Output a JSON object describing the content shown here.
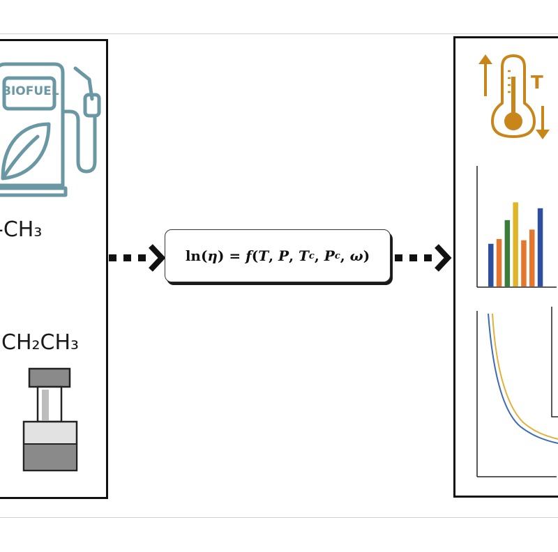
{
  "left_panel": {
    "pump_label": "BIOFUEL",
    "formula_1": "-CH₃",
    "formula_2": "CH₂CH₃"
  },
  "formula_box": {
    "text_prefix": "ln(",
    "eta": "η",
    "mid": ") = ",
    "f": "f",
    "open": "(",
    "T": "T",
    "P": "P",
    "Tc_base": "T",
    "Pc_base": "P",
    "sub_c": "c",
    "omega": "ω",
    "close": ")",
    "comma": ", "
  },
  "right_panel": {
    "temperature_label": "T",
    "bar_chart": {
      "bars": [
        {
          "value": 0.36,
          "color": "#2e4f9e"
        },
        {
          "value": 0.4,
          "color": "#e6762d"
        },
        {
          "value": 0.56,
          "color": "#3a7d3a"
        },
        {
          "value": 0.71,
          "color": "#e0b52a"
        },
        {
          "value": 0.39,
          "color": "#e6762d"
        },
        {
          "value": 0.48,
          "color": "#e6762d"
        },
        {
          "value": 0.66,
          "color": "#2e4f9e"
        }
      ]
    },
    "line_colors": [
      "#e2b13c",
      "#3b6ab4"
    ]
  },
  "colors": {
    "pump": "#6a97a4",
    "thermo": "#c8861a",
    "gray_dark": "#8a8a8a",
    "gray_light": "#d9d9d9"
  }
}
